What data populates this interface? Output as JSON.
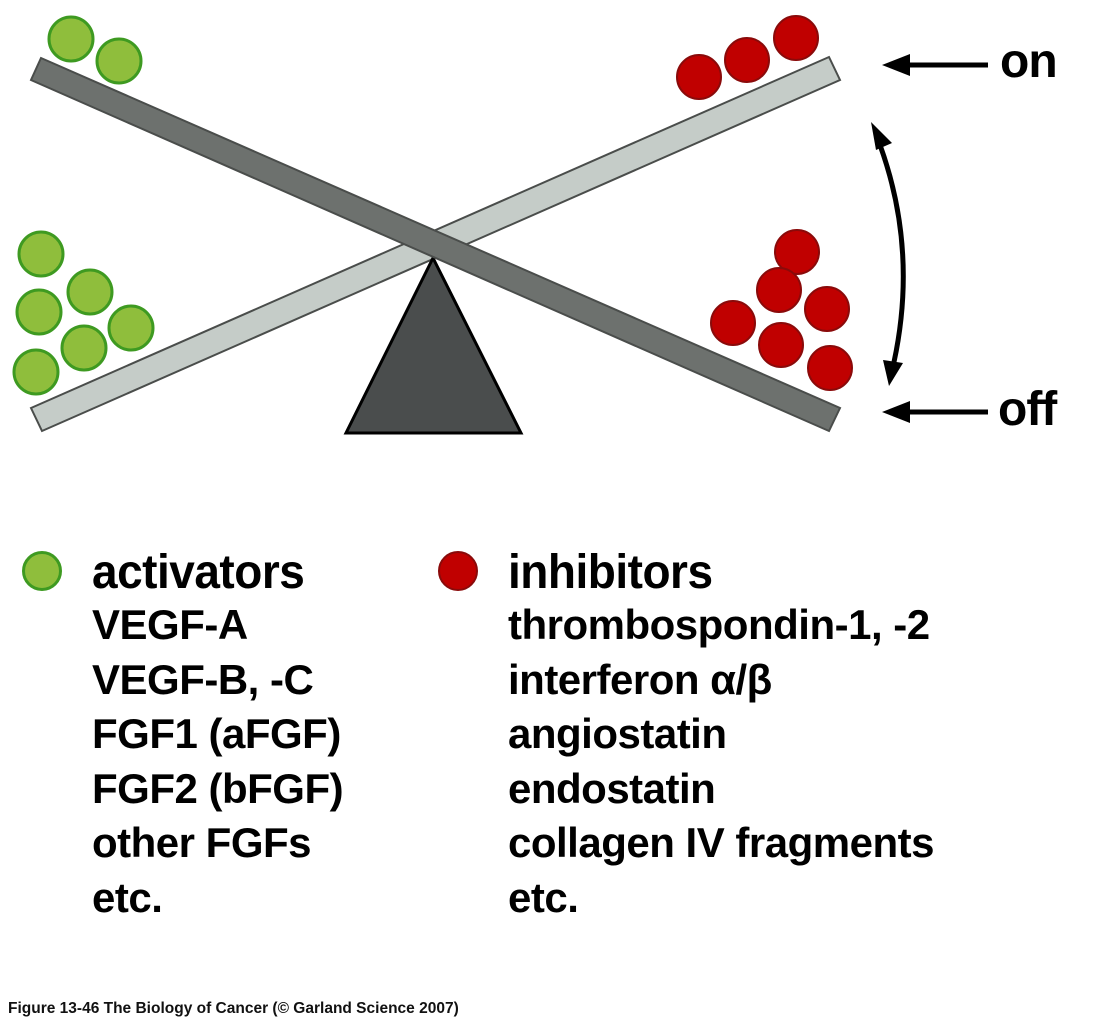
{
  "figure": {
    "caption": "Figure 13-46  The Biology of Cancer (© Garland Science 2007)"
  },
  "colors": {
    "activator_fill": "#8fbe3c",
    "activator_stroke": "#3e9a21",
    "inhibitor_fill": "#c00000",
    "inhibitor_stroke": "#8a0a0a",
    "beam_dark": "#6d716e",
    "beam_light": "#c5ccc8",
    "beam_outline": "#4a4d4b",
    "pivot_fill": "#4a4d4d",
    "arrow": "#000000"
  },
  "seesaw": {
    "states": [
      {
        "name": "on",
        "label": "on",
        "description": "angiogenic switch on: activators dominate, inhibitor end raised"
      },
      {
        "name": "off",
        "label": "off",
        "description": "angiogenic switch off: inhibitors dominate, activator end raised"
      }
    ],
    "balls": {
      "on_position": {
        "activators_count": 6,
        "inhibitors_count": 3
      },
      "off_position": {
        "activators_count": 2,
        "inhibitors_count": 6
      }
    },
    "toggle_arrow": "double-headed-curved-arrow"
  },
  "legend": {
    "activators": {
      "title": "activators",
      "icon": "green-circle",
      "items": [
        "VEGF-A",
        "VEGF-B, -C",
        "FGF1 (aFGF)",
        "FGF2 (bFGF)",
        "other FGFs",
        "etc."
      ]
    },
    "inhibitors": {
      "title": "inhibitors",
      "icon": "red-circle",
      "items": [
        "thrombospondin-1, -2",
        "interferon α/β",
        "angiostatin",
        "endostatin",
        "collagen IV fragments",
        "etc."
      ]
    }
  }
}
